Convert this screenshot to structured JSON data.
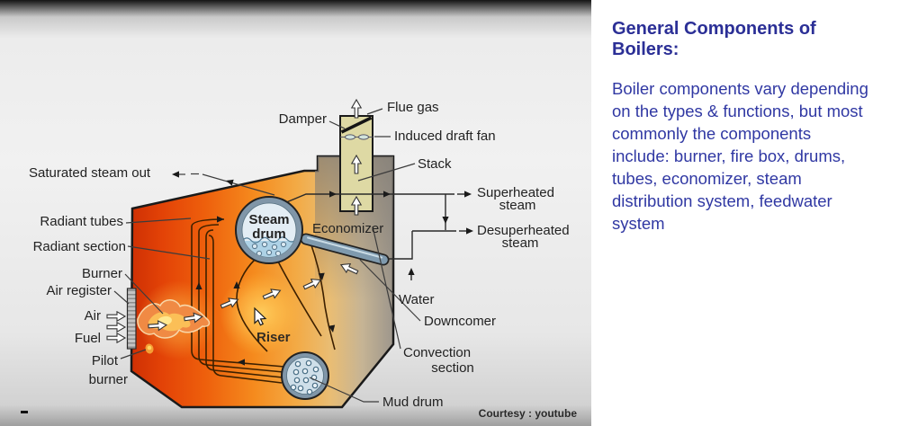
{
  "panel": {
    "title": "General Components of Boilers:",
    "body_lines": [
      "Boiler components vary depending",
      "on the types & functions, but most",
      "commonly the components",
      "include: burner, fire box, drums,",
      "tubes, economizer, steam",
      "distribution system, feedwater",
      "system"
    ]
  },
  "diagram": {
    "credit": "Courtesy : youtube",
    "labels": {
      "flue_gas": "Flue gas",
      "damper": "Damper",
      "induced_draft_fan": "Induced draft fan",
      "stack": "Stack",
      "saturated_steam_out": "Saturated steam out",
      "superheated": [
        "Superheated",
        "steam"
      ],
      "desuperheated": [
        "Desuperheated",
        "steam"
      ],
      "radiant_tubes": "Radiant tubes",
      "radiant_section": "Radiant section",
      "burner": "Burner",
      "air_register": "Air register",
      "air": "Air",
      "fuel": "Fuel",
      "pilot_burner": [
        "Pilot",
        "burner"
      ],
      "steam_drum": [
        "Steam",
        "drum"
      ],
      "economizer": "Economizer",
      "riser": "Riser",
      "water": "Water",
      "downcomer": "Downcomer",
      "convection_section": [
        "Convection",
        "section"
      ],
      "mud_drum": "Mud drum"
    },
    "colors": {
      "furnace_hot": "#d63705",
      "furnace_mid": "#f5921e",
      "furnace_cool": "#9d968c",
      "stack_fill": "#ded9a4",
      "drum_ring": "#8096a8",
      "drum_fill": "#e3edf4",
      "water_fill": "#aed2e6",
      "economizer_fill": "#7f9aae",
      "title_blue": "#2b2f96"
    }
  }
}
